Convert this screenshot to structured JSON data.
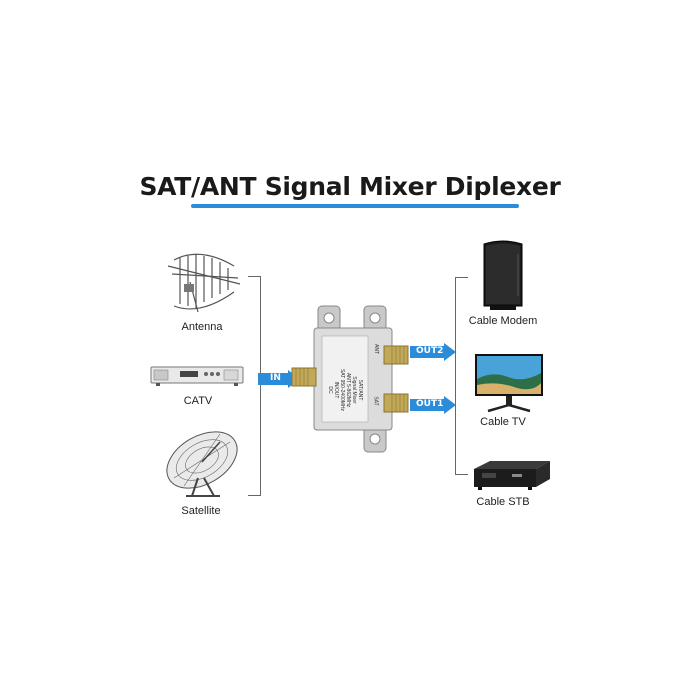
{
  "title": "SAT/ANT Signal Mixer Diplexer",
  "accent_color": "#2b8cd9",
  "inputs": [
    {
      "label": "Antenna",
      "icon": "antenna-icon"
    },
    {
      "label": "CATV",
      "icon": "catv-receiver-icon"
    },
    {
      "label": "Satellite",
      "icon": "satellite-dish-icon"
    }
  ],
  "outputs": [
    {
      "label": "Cable Modem",
      "icon": "cable-modem-icon"
    },
    {
      "label": "Cable TV",
      "icon": "tv-icon"
    },
    {
      "label": "Cable STB",
      "icon": "set-top-box-icon"
    }
  ],
  "arrows": {
    "in": "IN",
    "out1": "OUT1",
    "out2": "OUT2"
  },
  "device": {
    "port_ant": "ANT",
    "port_sat": "SAT",
    "label_lines": [
      "SAT/ANT",
      "Signal Mixer",
      "ANT 5-862MHz",
      "SAT 950-2400MHz",
      "IN/OUT",
      "DC"
    ]
  }
}
